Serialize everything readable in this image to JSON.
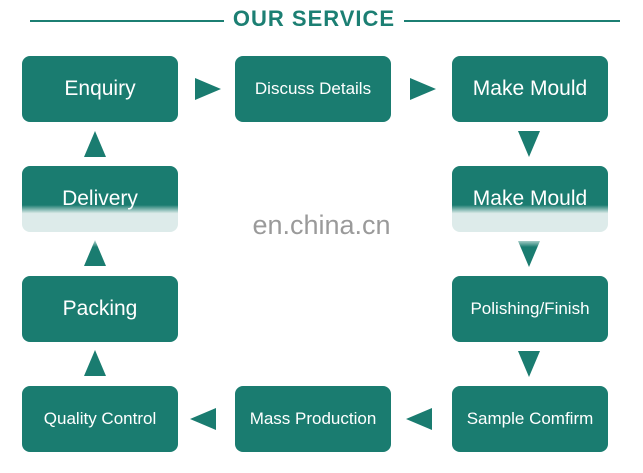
{
  "header": {
    "title": "OUR SERVICE"
  },
  "steps": [
    {
      "label": "Enquiry"
    },
    {
      "label": "Discuss Details"
    },
    {
      "label": "Make Mould"
    },
    {
      "label": "Make Mould"
    },
    {
      "label": "Polishing/Finish"
    },
    {
      "label": "Sample Comfirm"
    },
    {
      "label": "Mass Production"
    },
    {
      "label": "Quality Control"
    },
    {
      "label": "Packing"
    },
    {
      "label": "Delivery"
    }
  ],
  "watermark": "en.china.cn",
  "colors": {
    "box": "#1a7c70",
    "title": "#1c7f73",
    "text": "#ffffff"
  }
}
